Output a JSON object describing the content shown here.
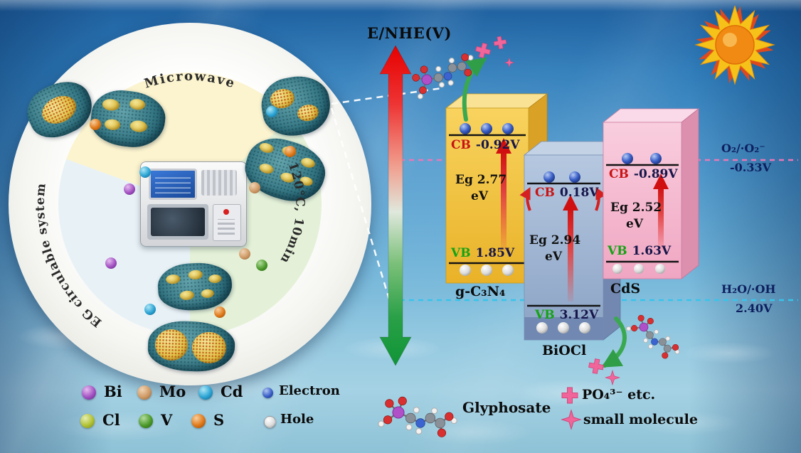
{
  "axis_label": "E/NHE(V)",
  "synthesis": {
    "microwave_label": "Microwave",
    "system_label": "EG circulable system",
    "condition_label": "120°C, 10min"
  },
  "bands": [
    {
      "name": "g-C₃N₄",
      "cb_label": "CB",
      "cb_value": "-0.92V",
      "eg_label": "Eg 2.77",
      "eg_unit": "eV",
      "vb_label": "VB",
      "vb_value": "1.85V"
    },
    {
      "name": "BiOCl",
      "cb_label": "CB",
      "cb_value": "0.18V",
      "eg_label": "Eg 2.94",
      "eg_unit": "eV",
      "vb_label": "VB",
      "vb_value": "3.12V"
    },
    {
      "name": "CdS",
      "cb_label": "CB",
      "cb_value": "-0.89V",
      "eg_label": "Eg 2.52",
      "eg_unit": "eV",
      "vb_label": "VB",
      "vb_value": "1.63V"
    }
  ],
  "redox_levels": [
    {
      "couple": "O₂/·O₂⁻",
      "potential": "-0.33V"
    },
    {
      "couple": "H₂O/·OH",
      "potential": "2.40V"
    }
  ],
  "legend": [
    {
      "symbol": "Bi",
      "color": "#a352c2"
    },
    {
      "symbol": "Mo",
      "color": "#cf9a66"
    },
    {
      "symbol": "Cd",
      "color": "#2ba4d4"
    },
    {
      "symbol": "Electron",
      "color": "#3a5fc8"
    },
    {
      "symbol": "Cl",
      "color": "#b2c232"
    },
    {
      "symbol": "V",
      "color": "#4c9a2a"
    },
    {
      "symbol": "S",
      "color": "#e07818"
    },
    {
      "symbol": "Hole",
      "color": "#e9e9e9"
    }
  ],
  "products": {
    "glyphosate_label": "Glyphosate",
    "po4_label": "PO₄³⁻ etc.",
    "small_molecule_label": "small molecule"
  },
  "colors": {
    "gc3n4_box": "#f2c23e",
    "biocl_box": "#9db3d4",
    "cds_box": "#f6bcd2",
    "cb_text": "#c81414",
    "vb_text": "#15a315",
    "o2_line": "#e878b8",
    "oh_line": "#38c4ea"
  }
}
